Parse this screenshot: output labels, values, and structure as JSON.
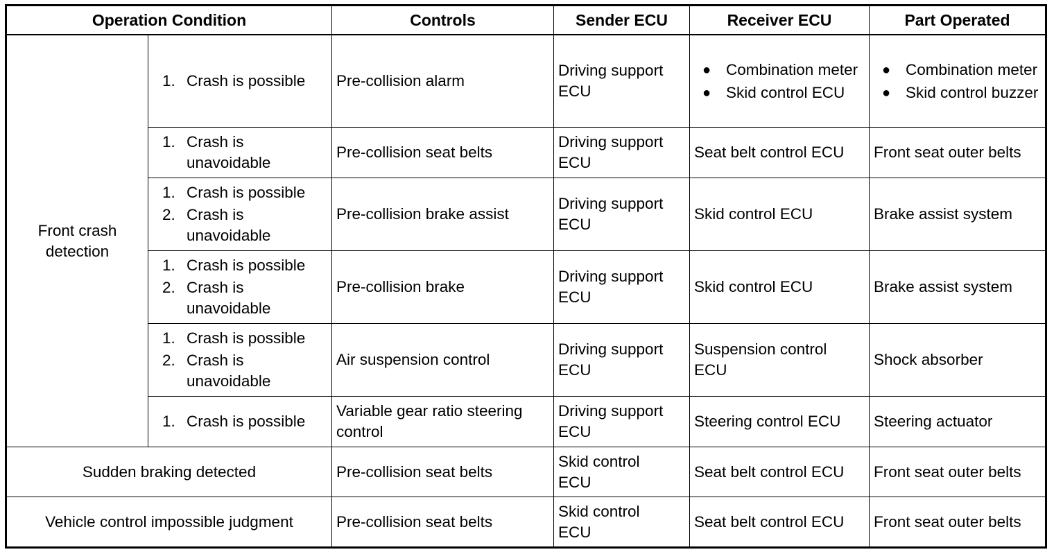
{
  "headers": {
    "operation_condition": "Operation Condition",
    "controls": "Controls",
    "sender_ecu": "Sender ECU",
    "receiver_ecu": "Receiver ECU",
    "part_operated": "Part Operated"
  },
  "front_crash": {
    "label_line1": "Front crash",
    "label_line2": "detection",
    "rows": [
      {
        "conditions": [
          {
            "num": "1.",
            "text": "Crash is possible"
          }
        ],
        "control": "Pre-collision alarm",
        "sender_line1": "Driving support",
        "sender_line2": "ECU",
        "receiver_items": [
          "Combination meter",
          "Skid control ECU"
        ],
        "part_items": [
          "Combination meter",
          "Skid control buzzer"
        ]
      },
      {
        "conditions": [
          {
            "num": "1.",
            "text": "Crash is unavoidable"
          }
        ],
        "control": "Pre-collision seat belts",
        "sender_line1": "Driving support",
        "sender_line2": "ECU",
        "receiver": "Seat belt control ECU",
        "part": "Front seat outer belts"
      },
      {
        "conditions": [
          {
            "num": "1.",
            "text": "Crash is possible"
          },
          {
            "num": "2.",
            "text": "Crash is unavoidable"
          }
        ],
        "control": "Pre-collision brake assist",
        "sender_line1": "Driving support",
        "sender_line2": "ECU",
        "receiver": "Skid control ECU",
        "part": "Brake assist system"
      },
      {
        "conditions": [
          {
            "num": "1.",
            "text": "Crash is possible"
          },
          {
            "num": "2.",
            "text": "Crash is unavoidable"
          }
        ],
        "control": "Pre-collision brake",
        "sender_line1": "Driving support",
        "sender_line2": "ECU",
        "receiver": "Skid control ECU",
        "part": "Brake assist system"
      },
      {
        "conditions": [
          {
            "num": "1.",
            "text": "Crash is possible"
          },
          {
            "num": "2.",
            "text": "Crash is unavoidable"
          }
        ],
        "control": "Air suspension control",
        "sender_line1": "Driving support",
        "sender_line2": "ECU",
        "receiver_line1": "Suspension control",
        "receiver_line2": "ECU",
        "part": "Shock absorber"
      },
      {
        "conditions": [
          {
            "num": "1.",
            "text": "Crash is possible"
          }
        ],
        "control_line1": "Variable gear ratio steering",
        "control_line2": "control",
        "sender_line1": "Driving support",
        "sender_line2": "ECU",
        "receiver": "Steering control ECU",
        "part": "Steering actuator"
      }
    ]
  },
  "other_rows": [
    {
      "condition": "Sudden braking detected",
      "control": "Pre-collision seat belts",
      "sender_line1": "Skid control",
      "sender_line2": "ECU",
      "receiver": "Seat belt control ECU",
      "part": "Front seat outer belts"
    },
    {
      "condition": "Vehicle control impossible judgment",
      "control": "Pre-collision seat belts",
      "sender_line1": "Skid control",
      "sender_line2": "ECU",
      "receiver": "Seat belt control ECU",
      "part": "Front seat outer belts"
    }
  ],
  "bullet_symbol": "●"
}
